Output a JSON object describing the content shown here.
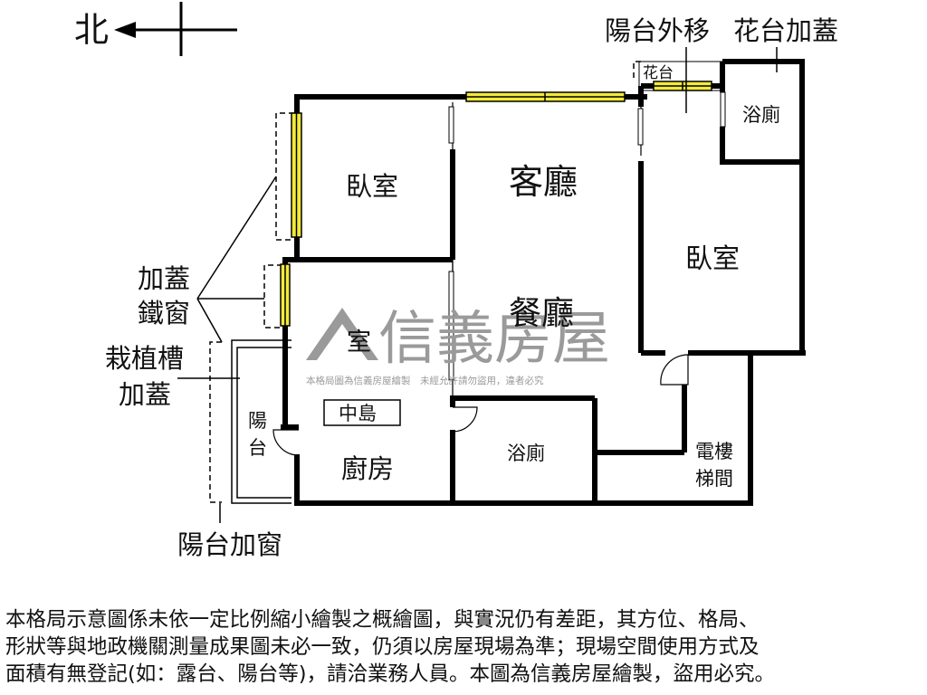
{
  "compass": {
    "label": "北"
  },
  "rooms": {
    "bedroom_top": "臥室",
    "living": "客廳",
    "bedroom_right": "臥室",
    "dining": "餐廳",
    "bedroom_small": "室",
    "bath_upper": "浴廁",
    "bath_lower": "浴廁",
    "kitchen": "廚房",
    "island": "中島",
    "balcony_1": "陽",
    "balcony_2": "台",
    "elevator_1": "電樓",
    "elevator_2": "梯間",
    "planter": "花台"
  },
  "annotations": {
    "balcony_moved": "陽台外移",
    "planter_covered": "花台加蓋",
    "cover_1": "加蓋",
    "cover_2": "鐵窗",
    "planter_box_1": "栽植槽",
    "planter_box_2": "加蓋",
    "balcony_window": "陽台加窗"
  },
  "watermark": {
    "brand": "信義房屋",
    "line": "本格局圖為信義房屋繪製　未經允許請勿盜用，違者必究"
  },
  "disclaimer": [
    "本格局示意圖係未依一定比例縮小繪製之概繪圖，與實況仍有差距，其方位、格局、",
    "形狀等與地政機關測量成果圖未必一致，仍須以房屋現場為準；現場空間使用方式及",
    "面積有無登記(如：露台、陽台等)，請洽業務人員。本圖為信義房屋繪製，盜用必究。"
  ],
  "colors": {
    "wall": "#000000",
    "window": "#f2ea3a",
    "watermark": "#9a9a9a"
  }
}
